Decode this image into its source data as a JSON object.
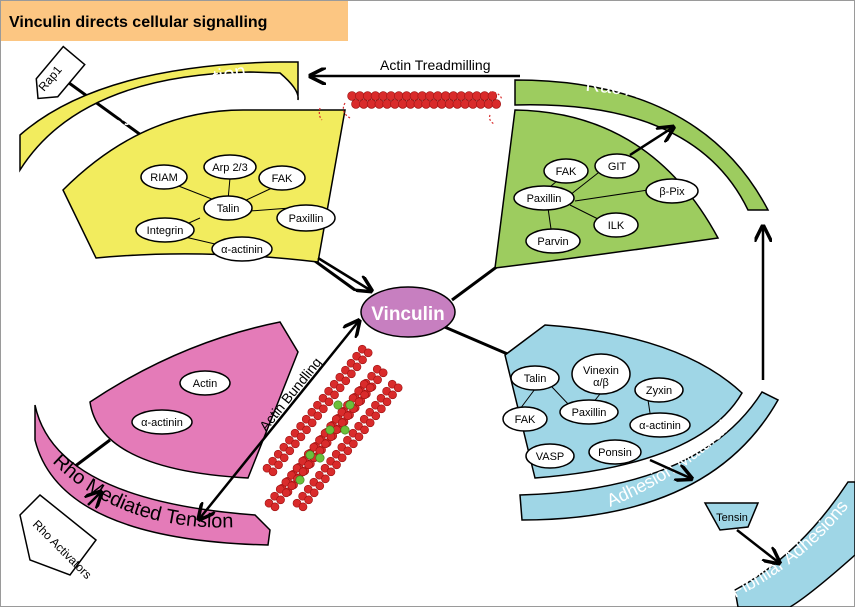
{
  "title": "Vinculin directs cellular signalling",
  "center": "Vinculin",
  "arcs": {
    "new_adhesion": "New Adhesion Formation",
    "rac": "Rac Activity",
    "rho": "Rho Mediated Tension",
    "maturation": "Adhesion Maturation",
    "fibrillar": "Fibrillar Adhesions"
  },
  "arrows": {
    "treadmilling": "Actin Treadmilling",
    "bundling": "Actin Bundling"
  },
  "external": {
    "rap1": "Rap1",
    "rho_activators": "Rho Activators"
  },
  "nodes": {
    "yellow": [
      "Arp 2/3",
      "RIAM",
      "FAK",
      "Talin",
      "Integrin",
      "Paxillin",
      "α-actinin"
    ],
    "green": [
      "FAK",
      "GIT",
      "Paxillin",
      "β-Pix",
      "ILK",
      "Parvin"
    ],
    "pink": [
      "Actin",
      "α-actinin"
    ],
    "blue": [
      "Talin",
      "Vinexin α/β",
      "Zyxin",
      "FAK",
      "Paxillin",
      "α-actinin",
      "VASP",
      "Ponsin"
    ],
    "tensin": "Tensin"
  },
  "colors": {
    "title_bg": "#fcc682",
    "yellow": "#f2ec5e",
    "green": "#9dcc5f",
    "pink": "#e47bb8",
    "blue": "#9fd6e6",
    "vinculin": "#c77fc0",
    "actin": "#d92b2b",
    "bundler": "#6cbf3b"
  }
}
